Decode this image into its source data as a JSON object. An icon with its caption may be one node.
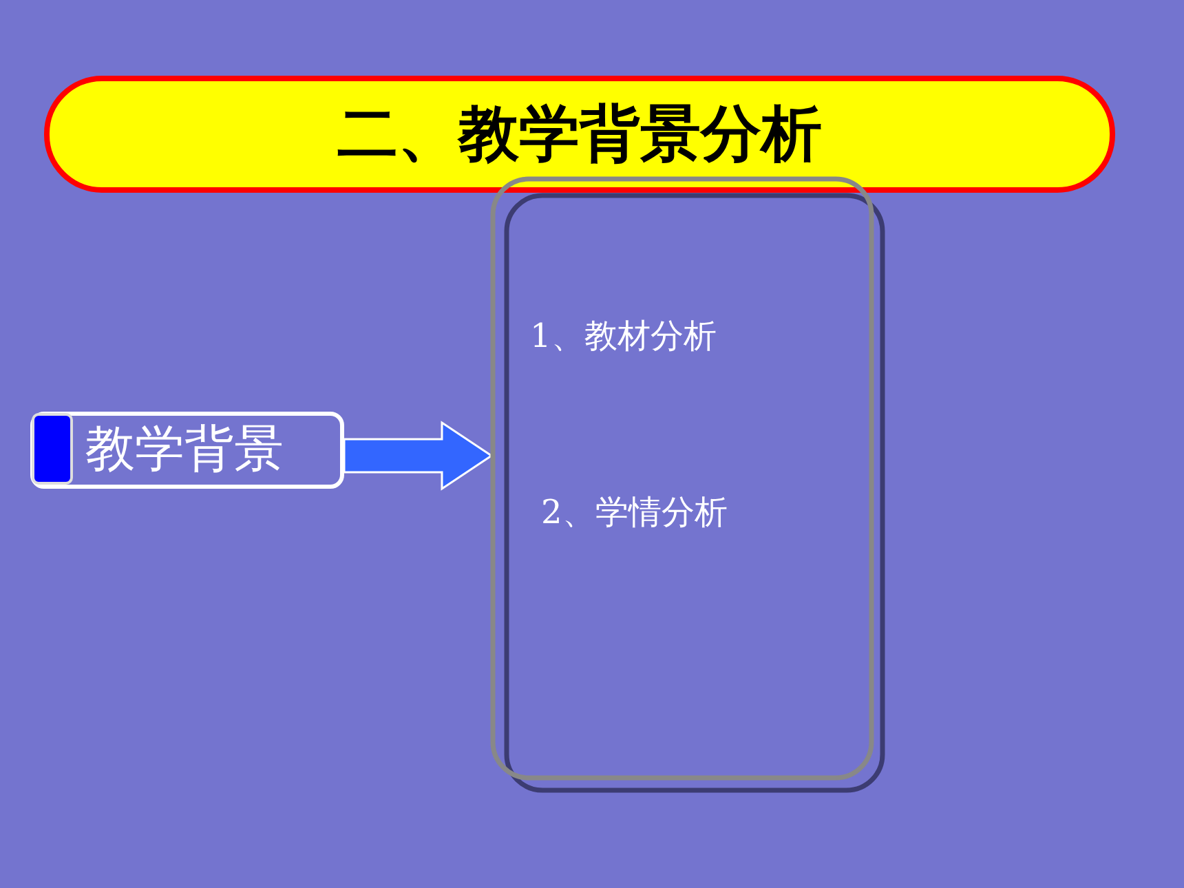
{
  "diagram": {
    "title": "二、教学背景分析",
    "nodes": [
      {
        "text": [
          "教学背景"
        ]
      },
      {
        "text": [
          "1、教材分析",
          "2、学情分析"
        ]
      }
    ],
    "edges": [
      {
        "from": 0,
        "to": 1,
        "arrow": "to"
      }
    ]
  }
}
